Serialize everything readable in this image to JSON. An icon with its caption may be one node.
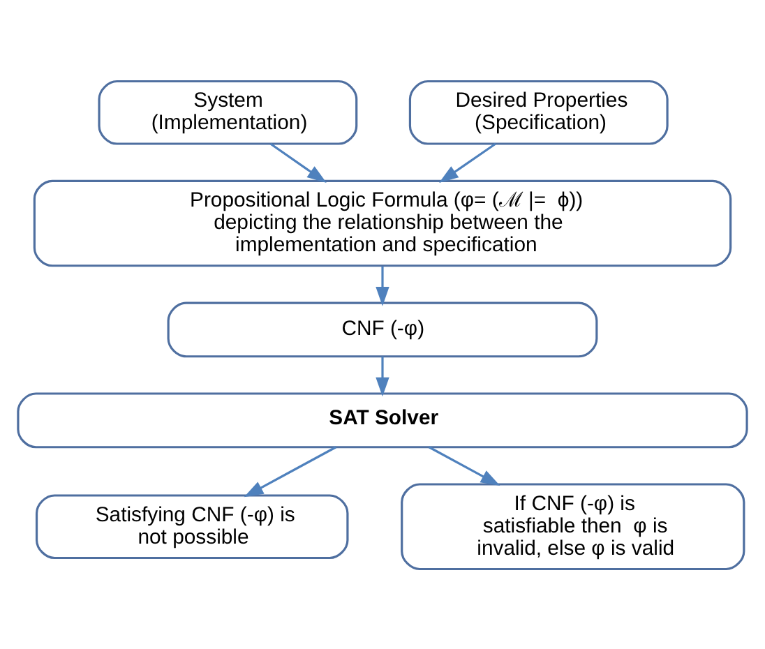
{
  "diagram": {
    "nodes": [
      {
        "text": [
          "System (Implementation)"
        ]
      },
      {
        "text": [
          "Desired Properties (Specification)"
        ]
      },
      {
        "text": [
          "Propositional Logic Formula (φ= (ℳ |=  ϕ)) depicting the relationship between the implementation and specification"
        ]
      },
      {
        "text": [
          "CNF (-φ)"
        ]
      },
      {
        "text": [
          "SAT Solver"
        ]
      },
      {
        "text": [
          "Satisfying CNF (-φ) is not possible"
        ]
      },
      {
        "text": [
          "If CNF (-φ) is satisfiable then  φ is invalid, else φ is valid"
        ]
      }
    ],
    "edges": [
      {
        "from": 0,
        "to": 2,
        "arrow": "to"
      },
      {
        "from": 1,
        "to": 2,
        "arrow": "to"
      },
      {
        "from": 2,
        "to": 3,
        "arrow": "to"
      },
      {
        "from": 3,
        "to": 4,
        "arrow": "to"
      },
      {
        "from": 4,
        "to": 5,
        "arrow": "to"
      },
      {
        "from": 4,
        "to": 6,
        "arrow": "to"
      }
    ]
  }
}
